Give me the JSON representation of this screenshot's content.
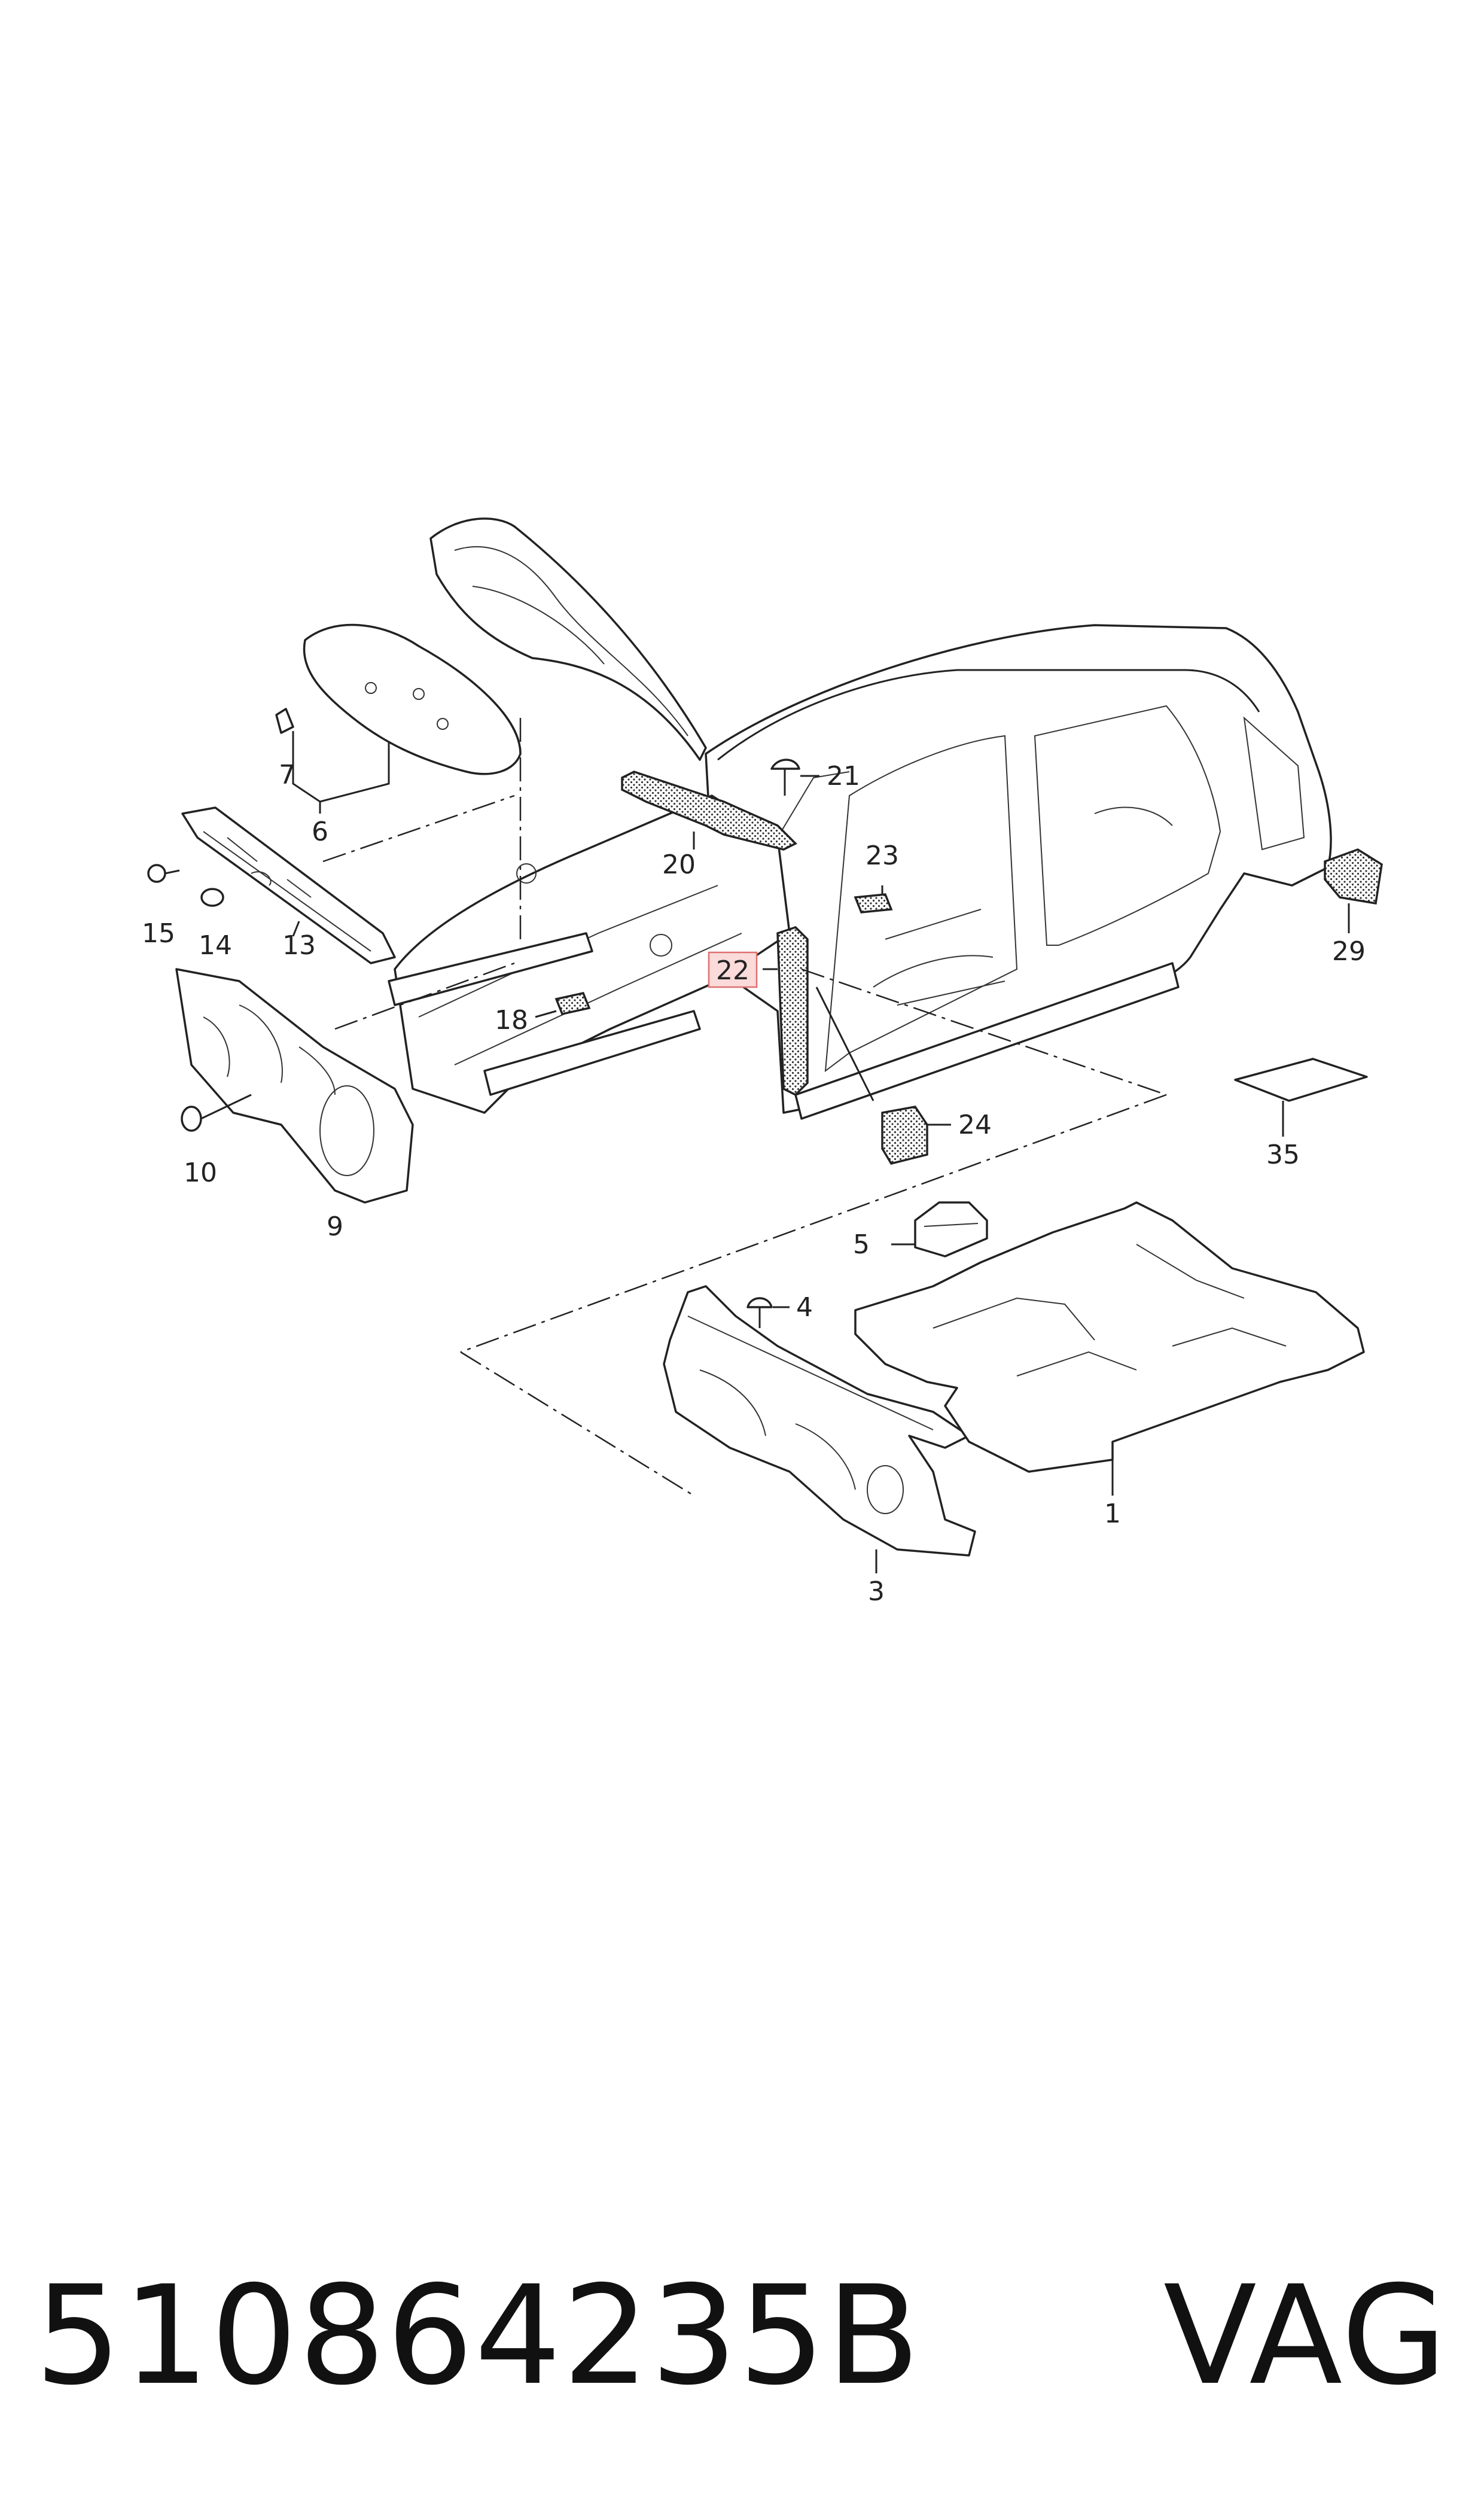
{
  "diagram": {
    "callouts": [
      {
        "id": "c1",
        "text": "1"
      },
      {
        "id": "c3",
        "text": "3"
      },
      {
        "id": "c4",
        "text": "4"
      },
      {
        "id": "c5",
        "text": "5"
      },
      {
        "id": "c6",
        "text": "6"
      },
      {
        "id": "c7",
        "text": "7"
      },
      {
        "id": "c9",
        "text": "9"
      },
      {
        "id": "c10",
        "text": "10"
      },
      {
        "id": "c13",
        "text": "13"
      },
      {
        "id": "c14",
        "text": "14"
      },
      {
        "id": "c15",
        "text": "15"
      },
      {
        "id": "c18",
        "text": "18"
      },
      {
        "id": "c20",
        "text": "20"
      },
      {
        "id": "c21",
        "text": "21"
      },
      {
        "id": "c22",
        "text": "22",
        "highlighted": true
      },
      {
        "id": "c23",
        "text": "23"
      },
      {
        "id": "c24",
        "text": "24"
      },
      {
        "id": "c29",
        "text": "29"
      },
      {
        "id": "c35",
        "text": "35"
      }
    ],
    "highlight_color": "#fbdada"
  },
  "footer": {
    "part_number": "510864235B",
    "brand": "VAG"
  }
}
